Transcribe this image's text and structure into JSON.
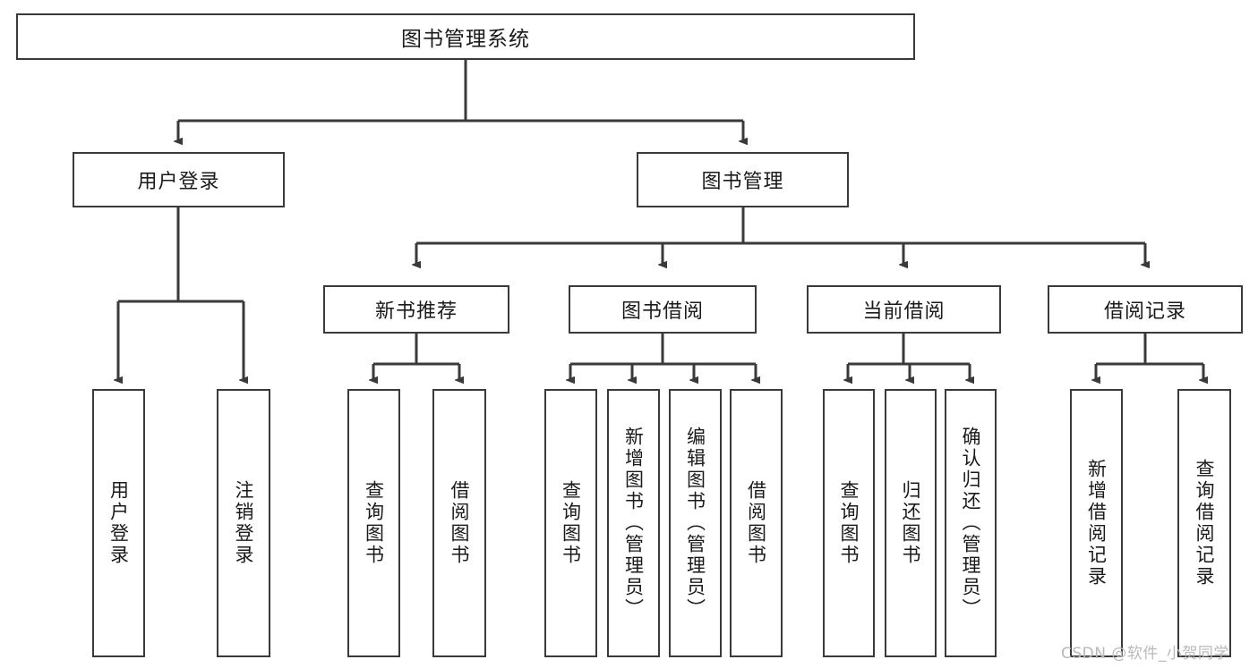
{
  "diagram": {
    "title": "图书管理系统",
    "type": "功能结构图",
    "watermark": "CSDN @软件_小贺同学",
    "colors": {
      "stroke": "#3a3a3a",
      "fill": "#ffffff",
      "text": "#1a1a1a",
      "watermark": "#b9b9b9"
    },
    "root": {
      "label": "图书管理系统"
    },
    "level2": [
      {
        "label": "用户登录"
      },
      {
        "label": "图书管理"
      }
    ],
    "level3": [
      {
        "label": "新书推荐"
      },
      {
        "label": "图书借阅"
      },
      {
        "label": "当前借阅"
      },
      {
        "label": "借阅记录"
      }
    ],
    "leaves": {
      "user_login": [
        {
          "label": "用户登录"
        },
        {
          "label": "注销登录"
        }
      ],
      "new_book_recommend": [
        {
          "label": "查询图书"
        },
        {
          "label": "借阅图书"
        }
      ],
      "book_borrow": [
        {
          "label": "查询图书"
        },
        {
          "label": "新增图书（管理员）"
        },
        {
          "label": "编辑图书（管理员）"
        },
        {
          "label": "借阅图书"
        }
      ],
      "current_borrow": [
        {
          "label": "查询图书"
        },
        {
          "label": "归还图书"
        },
        {
          "label": "确认归还（管理员）"
        }
      ],
      "borrow_record": [
        {
          "label": "新增借阅记录"
        },
        {
          "label": "查询借阅记录"
        }
      ]
    }
  }
}
